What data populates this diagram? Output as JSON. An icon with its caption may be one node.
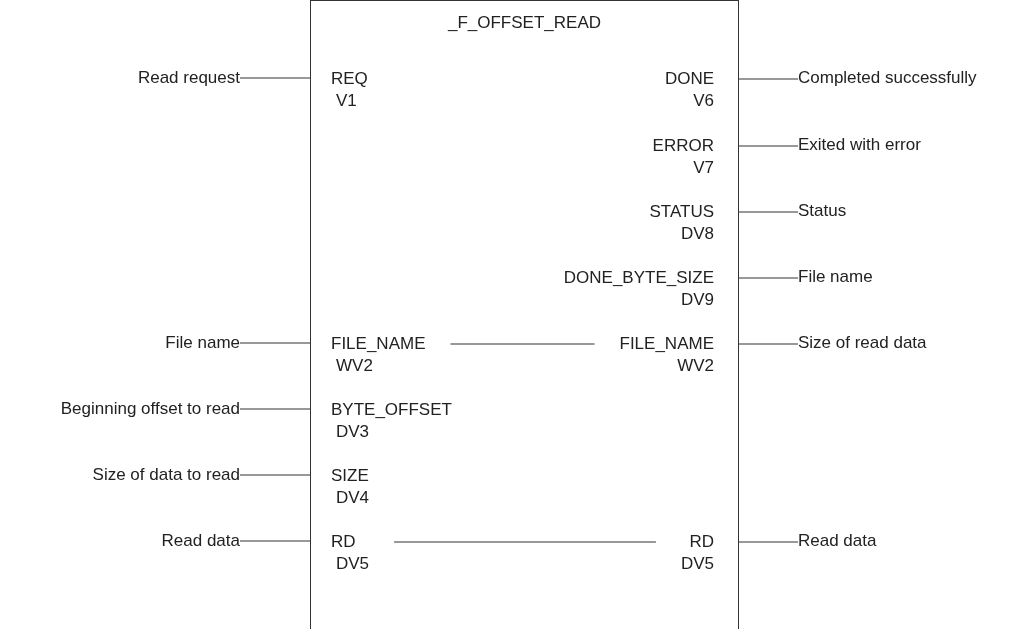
{
  "diagram": {
    "nodes": [
      {
        "text": [
          "_F_OFFSET_READ"
        ]
      },
      {
        "text": [
          "Read request"
        ]
      },
      {
        "text": [
          "REQ",
          "V1"
        ],
        "in": 0
      },
      {
        "text": [
          "DONE",
          "V6"
        ],
        "in": 0
      },
      {
        "text": [
          "Completed successfully"
        ]
      },
      {
        "text": [
          "ERROR",
          "V7"
        ],
        "in": 0
      },
      {
        "text": [
          "Exited with error"
        ]
      },
      {
        "text": [
          "STATUS",
          "DV8"
        ],
        "in": 0
      },
      {
        "text": [
          "Status"
        ]
      },
      {
        "text": [
          "DONE_BYTE_SIZE",
          "DV9"
        ],
        "in": 0
      },
      {
        "text": [
          "File name"
        ]
      },
      {
        "text": [
          "File name"
        ]
      },
      {
        "text": [
          "FILE_NAME",
          "WV2"
        ],
        "in": 0
      },
      {
        "text": [
          "FILE_NAME",
          "WV2"
        ],
        "in": 0
      },
      {
        "text": [
          "Size of read data"
        ]
      },
      {
        "text": [
          "Beginning offset to read"
        ]
      },
      {
        "text": [
          "BYTE_OFFSET",
          "DV3"
        ],
        "in": 0
      },
      {
        "text": [
          "Size of data to read"
        ]
      },
      {
        "text": [
          "SIZE",
          "DV4"
        ],
        "in": 0
      },
      {
        "text": [
          "Read data"
        ]
      },
      {
        "text": [
          "RD",
          "DV5"
        ],
        "in": 0
      },
      {
        "text": [
          "RD",
          "DV5"
        ],
        "in": 0
      },
      {
        "text": [
          "Read data"
        ]
      }
    ],
    "edges": [
      {
        "from": 1,
        "to": 2,
        "arrow": "none"
      },
      {
        "from": 3,
        "to": 4,
        "arrow": "none"
      },
      {
        "from": 5,
        "to": 6,
        "arrow": "none"
      },
      {
        "from": 7,
        "to": 8,
        "arrow": "none"
      },
      {
        "from": 9,
        "to": 10,
        "arrow": "none"
      },
      {
        "from": 11,
        "to": 12,
        "arrow": "none"
      },
      {
        "from": 12,
        "to": 13,
        "arrow": "none"
      },
      {
        "from": 13,
        "to": 14,
        "arrow": "none"
      },
      {
        "from": 15,
        "to": 16,
        "arrow": "none"
      },
      {
        "from": 17,
        "to": 18,
        "arrow": "none"
      },
      {
        "from": 19,
        "to": 20,
        "arrow": "none"
      },
      {
        "from": 20,
        "to": 21,
        "arrow": "none"
      },
      {
        "from": 21,
        "to": 22,
        "arrow": "none"
      }
    ]
  }
}
